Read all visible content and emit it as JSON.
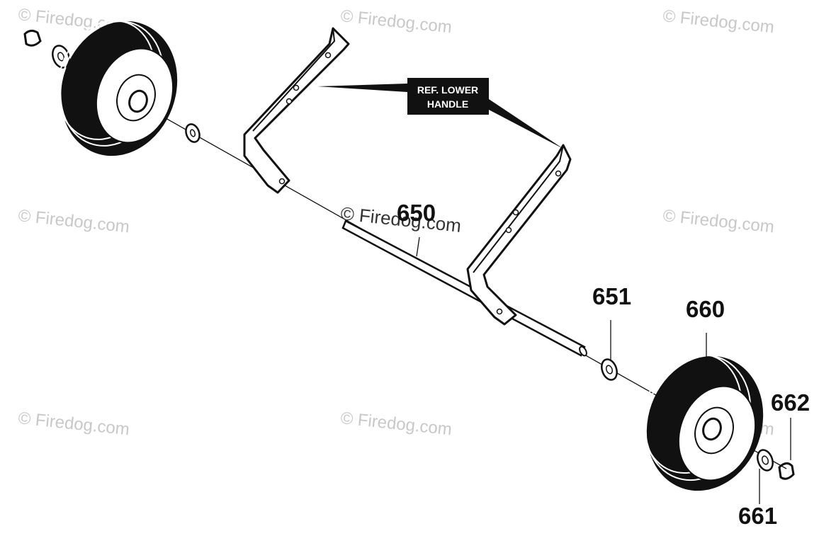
{
  "watermark": "© Firedog.com",
  "callout": {
    "line1": "REF. LOWER",
    "line2": "HANDLE"
  },
  "parts": {
    "p650": "650",
    "p651": "651",
    "p660": "660",
    "p661": "661",
    "p662": "662"
  },
  "colors": {
    "ink": "#111111",
    "watermark": "#c8c8c8",
    "callout_bg": "#111111",
    "callout_text": "#ffffff"
  }
}
